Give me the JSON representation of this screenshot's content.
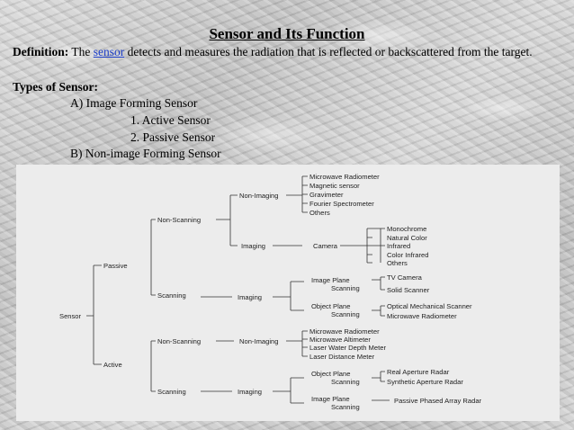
{
  "title": "Sensor and Its Function",
  "definition": {
    "label": "Definition:",
    "pre": "The",
    "link": "sensor",
    "post": "detects and measures the radiation that is reflected or backscattered from the target."
  },
  "types_heading": "Types of Sensor:",
  "types": {
    "a": "A) Image Forming Sensor",
    "a1": "1. Active Sensor",
    "a2": "2. Passive Sensor",
    "b": "B) Non-image Forming Sensor"
  },
  "diagram": {
    "root": "Sensor",
    "passive": "Passive",
    "active": "Active",
    "p_nonscanning": "Non-Scanning",
    "p_scanning": "Scanning",
    "p_nonimaging": "Non-Imaging",
    "p_imaging": "Imaging",
    "camera": "Camera",
    "nonimaging_items": [
      "Microwave Radiometer",
      "Magnetic sensor",
      "Gravimeter",
      "Fourier Spectrometer",
      "Others"
    ],
    "camera_items": [
      "Monochrome",
      "Natural Color",
      "Infrared",
      "Color Infrared",
      "Others"
    ],
    "p_scan_imaging": "Imaging",
    "image_plane": [
      "Image Plane",
      "Scanning"
    ],
    "image_plane_items": [
      "TV Camera",
      "Solid Scanner"
    ],
    "object_plane": [
      "Object Plane",
      "Scanning"
    ],
    "object_plane_items": [
      "Optical Mechanical Scanner",
      "Microwave Radiometer"
    ],
    "a_nonscanning": "Non-Scanning",
    "a_scanning": "Scanning",
    "a_nonimaging": "Non-Imaging",
    "a_nonimaging_items": [
      "Microwave Radiometer",
      "Microwave Altimeter",
      "Laser Water Depth Meter",
      "Laser Distance Meter"
    ],
    "a_imaging": "Imaging",
    "a_object_plane": [
      "Object Plane",
      "Scanning"
    ],
    "a_object_plane_items": [
      "Real Aperture Radar",
      "Synthetic Aperture Radar"
    ],
    "a_image_plane": [
      "Image Plane",
      "Scanning"
    ],
    "a_image_plane_items": [
      "Passive Phased Array Radar"
    ]
  }
}
